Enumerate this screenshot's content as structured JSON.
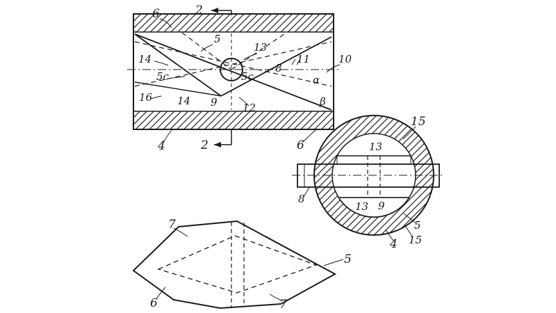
{
  "colors": {
    "background": "#ffffff",
    "ink": "#1b1b1b"
  },
  "figures": {
    "section": {
      "description": "longitudinal-section-view",
      "labels": {
        "n6_top": "6",
        "cut_top": "2",
        "n5": "5",
        "n13": "13",
        "n11": "11",
        "n10": "10",
        "n14_upper": "14",
        "n8": "8",
        "n5c_left": "5c",
        "n5c_right": "5c",
        "n16": "16",
        "n14_lower": "14",
        "n9": "9",
        "n12": "12",
        "alpha": "α",
        "beta": "β",
        "n4": "4",
        "cut_bottom": "2",
        "n6_bottom": "6"
      }
    },
    "cross_section": {
      "description": "circular-cross-section-view",
      "labels": {
        "n15_top": "15",
        "n13_top": "13",
        "n8": "8",
        "n13_bottom": "13",
        "n9": "9",
        "n5": "5",
        "n4": "4",
        "n15_bottom": "15"
      }
    },
    "plan": {
      "description": "plan-view",
      "labels": {
        "n7_top": "7",
        "n5": "5",
        "n6": "6",
        "n7_bottom": "7"
      }
    }
  }
}
